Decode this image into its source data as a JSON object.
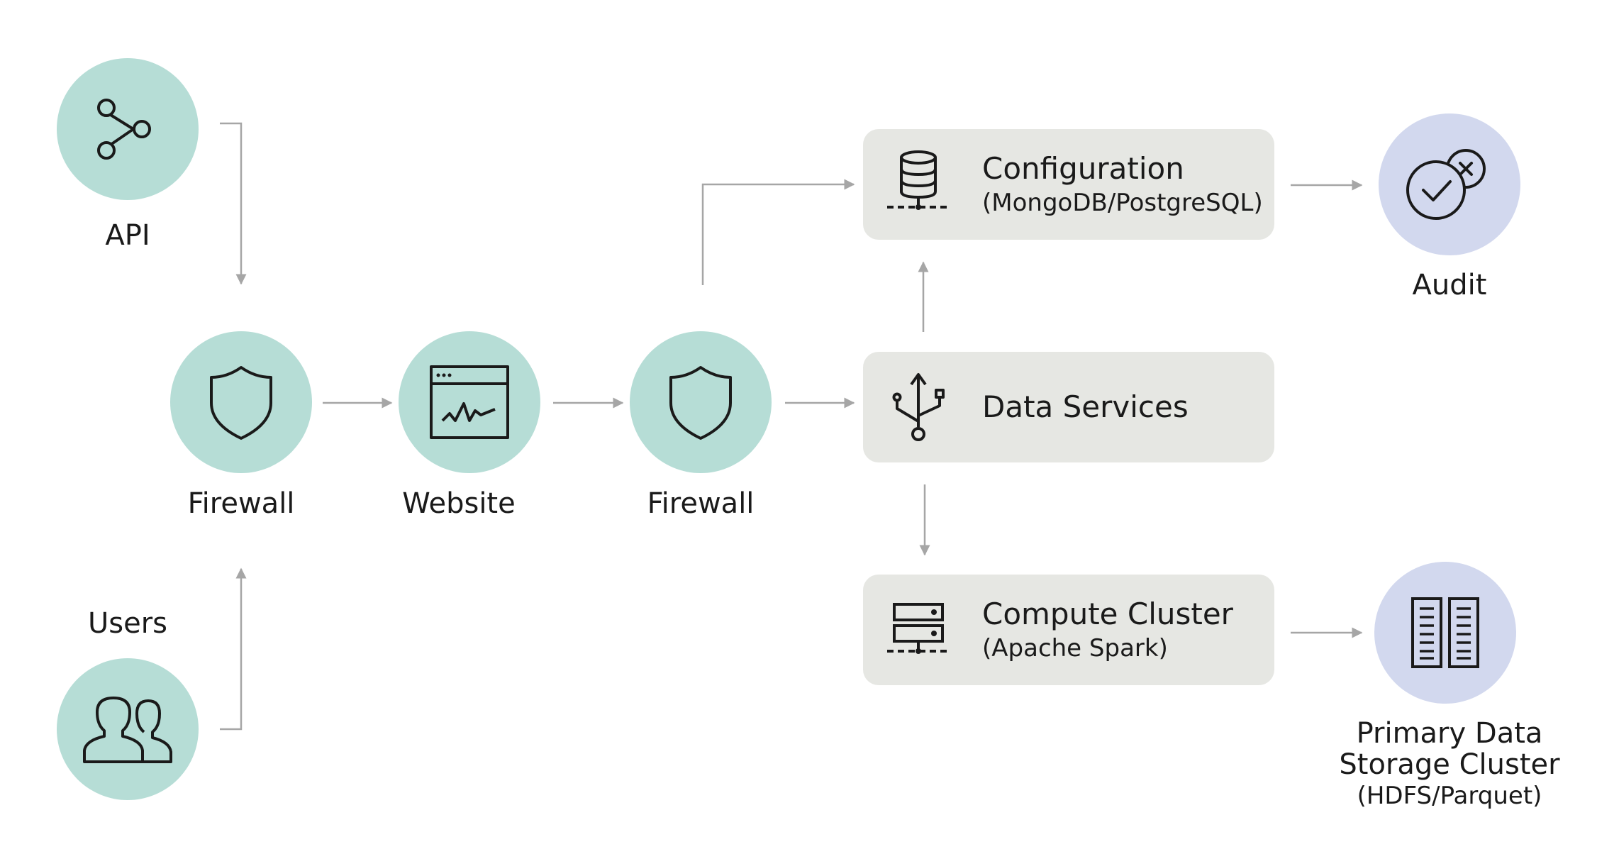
{
  "nodes": {
    "api": "API",
    "users": "Users",
    "firewall_1": "Firewall",
    "website": "Website",
    "firewall_2": "Firewall",
    "audit": "Audit",
    "storage": {
      "line1": "Primary Data",
      "line2": "Storage Cluster",
      "line3": "(HDFS/Parquet)"
    }
  },
  "boxes": {
    "configuration": {
      "title": "Configuration",
      "subtitle": "(MongoDB/PostgreSQL)"
    },
    "data_services": {
      "title": "Data Services"
    },
    "compute": {
      "title": "Compute Cluster",
      "subtitle": "(Apache Spark)"
    }
  },
  "colors": {
    "teal": "#b6ddd6",
    "lavender": "#d2d8ee",
    "box": "#e6e7e3",
    "arrow": "#a6a6a6"
  }
}
